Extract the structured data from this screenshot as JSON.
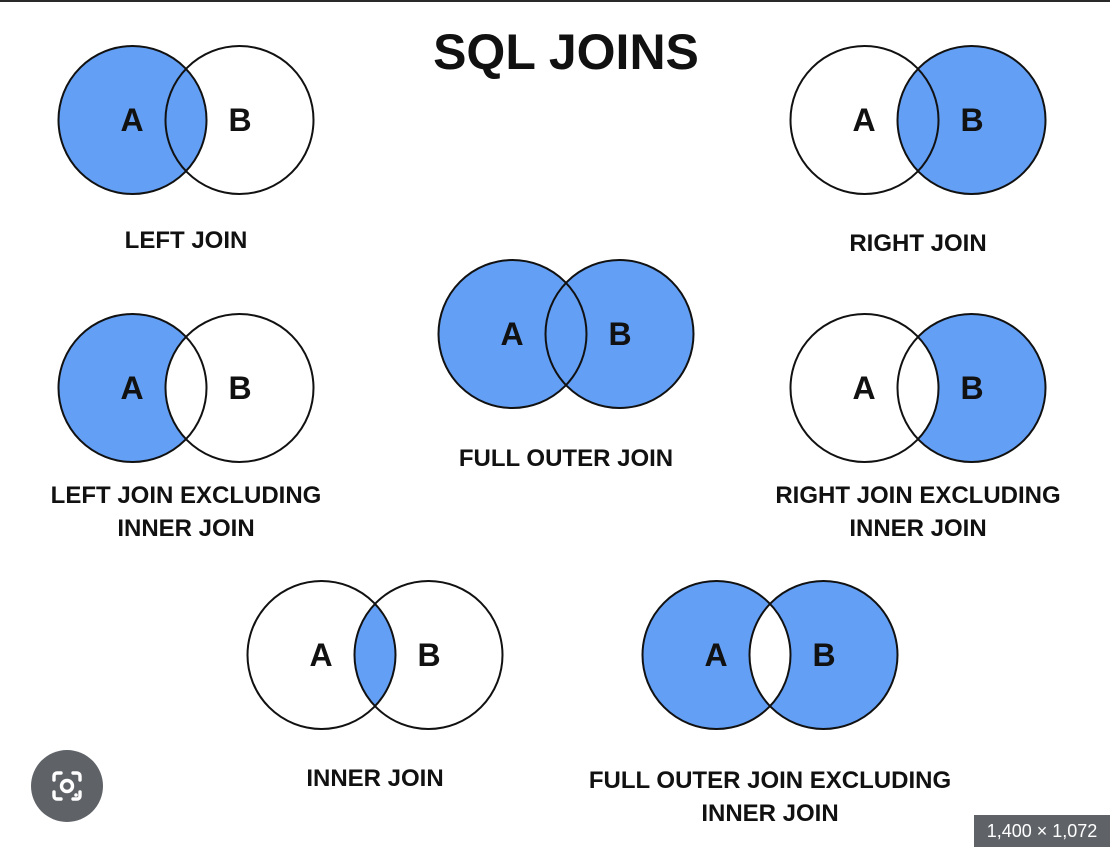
{
  "title": "SQL JOINS",
  "colors": {
    "fill": "#639ff4",
    "stroke": "#111111",
    "empty": "#ffffff"
  },
  "diagrams": [
    {
      "name": "LEFT JOIN",
      "label_lines": [
        "LEFT JOIN"
      ],
      "set_a": "A",
      "set_b": "B",
      "regions": {
        "a_only": true,
        "both": true,
        "b_only": false
      }
    },
    {
      "name": "RIGHT JOIN",
      "label_lines": [
        "RIGHT JOIN"
      ],
      "set_a": "A",
      "set_b": "B",
      "regions": {
        "a_only": false,
        "both": true,
        "b_only": true
      }
    },
    {
      "name": "FULL OUTER JOIN",
      "label_lines": [
        "FULL OUTER JOIN"
      ],
      "set_a": "A",
      "set_b": "B",
      "regions": {
        "a_only": true,
        "both": true,
        "b_only": true
      }
    },
    {
      "name": "LEFT JOIN EXCLUDING INNER JOIN",
      "label_lines": [
        "LEFT JOIN EXCLUDING",
        "INNER JOIN"
      ],
      "set_a": "A",
      "set_b": "B",
      "regions": {
        "a_only": true,
        "both": false,
        "b_only": false
      }
    },
    {
      "name": "RIGHT JOIN EXCLUDING INNER JOIN",
      "label_lines": [
        "RIGHT JOIN EXCLUDING",
        "INNER JOIN"
      ],
      "set_a": "A",
      "set_b": "B",
      "regions": {
        "a_only": false,
        "both": false,
        "b_only": true
      }
    },
    {
      "name": "INNER JOIN",
      "label_lines": [
        "INNER JOIN"
      ],
      "set_a": "A",
      "set_b": "B",
      "regions": {
        "a_only": false,
        "both": true,
        "b_only": false
      }
    },
    {
      "name": "FULL OUTER JOIN EXCLUDING INNER JOIN",
      "label_lines": [
        "FULL OUTER JOIN EXCLUDING",
        "INNER JOIN"
      ],
      "set_a": "A",
      "set_b": "B",
      "regions": {
        "a_only": true,
        "both": false,
        "b_only": true
      }
    }
  ],
  "image_size_badge": "1,400 × 1,072",
  "lens_icon": "camera-search-icon"
}
